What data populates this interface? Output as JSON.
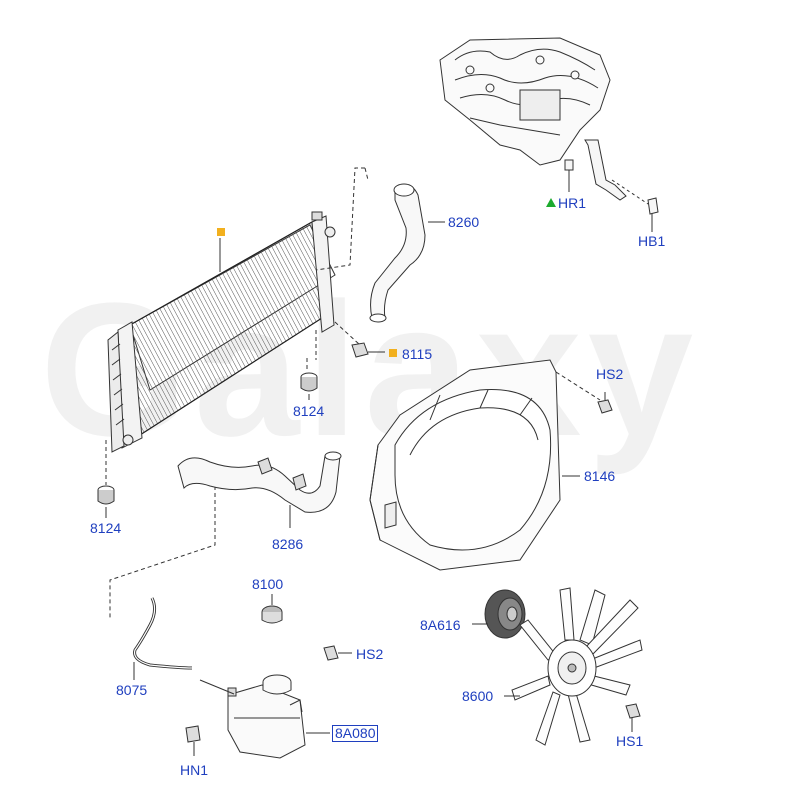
{
  "watermark": "Galaxy",
  "colors": {
    "label": "#1f3fbf",
    "marker_square": "#f2b01e",
    "marker_triangle": "#1dab2e",
    "line": "#222222"
  },
  "markers": {
    "radiator": "square",
    "p8115": "square",
    "hr1": "triangle"
  },
  "labels": {
    "p8260": "8260",
    "hr1": "HR1",
    "hb1": "HB1",
    "p8115": "8115",
    "p8124_top": "8124",
    "hs2_top": "HS2",
    "p8146": "8146",
    "p8124_bottom": "8124",
    "p8286": "8286",
    "p8100": "8100",
    "p8a616": "8A616",
    "hs2_bottom": "HS2",
    "p8075": "8075",
    "p8600": "8600",
    "p8a080": "8A080",
    "hs1": "HS1",
    "hn1": "HN1"
  }
}
